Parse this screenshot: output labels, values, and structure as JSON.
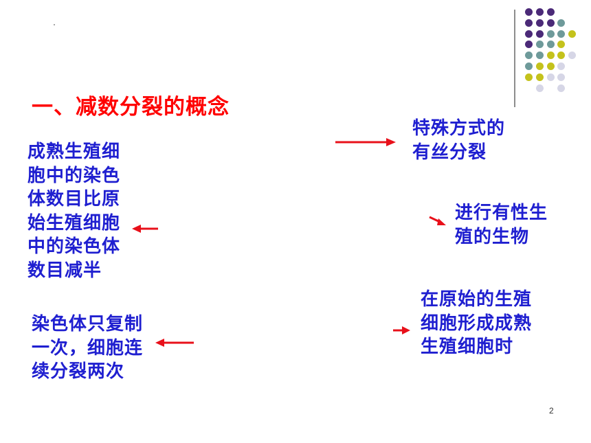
{
  "slide": {
    "title": "一、减数分裂的概念",
    "page_number": "2"
  },
  "definition": {
    "lines": [
      "成熟生殖细",
      "胞中的染色",
      "体数目比原",
      "始生殖细胞",
      "中的染色体",
      "数目减半"
    ]
  },
  "replication": {
    "lines": [
      "染色体只复制",
      "一次，细胞连",
      "续分裂两次"
    ]
  },
  "special_division": {
    "lines": [
      "特殊方式的",
      "有丝分裂"
    ]
  },
  "organisms": {
    "lines": [
      "进行有性生",
      "殖的生物"
    ]
  },
  "timing": {
    "lines": [
      "在原始的生殖",
      "细胞形成成熟",
      "生殖细胞时"
    ]
  },
  "colors": {
    "title": "#ff0000",
    "body_text": "#1f1fd0",
    "arrow": "#e8101a",
    "dot_purple": "#4b2a78",
    "dot_teal": "#6e9a9a",
    "dot_olive": "#c4c21c",
    "dot_lavender": "#d6d6e6"
  },
  "decoration": {
    "dot_rows": [
      [
        "purple",
        "purple",
        "purple",
        "",
        ""
      ],
      [
        "purple",
        "purple",
        "purple",
        "teal",
        ""
      ],
      [
        "purple",
        "purple",
        "teal",
        "teal",
        "olive"
      ],
      [
        "purple",
        "teal",
        "teal",
        "olive",
        ""
      ],
      [
        "teal",
        "teal",
        "olive",
        "olive",
        "lavender"
      ],
      [
        "teal",
        "olive",
        "olive",
        "lavender",
        ""
      ],
      [
        "olive",
        "olive",
        "lavender",
        "lavender",
        ""
      ],
      [
        "",
        "lavender",
        "",
        "lavender",
        ""
      ]
    ]
  }
}
